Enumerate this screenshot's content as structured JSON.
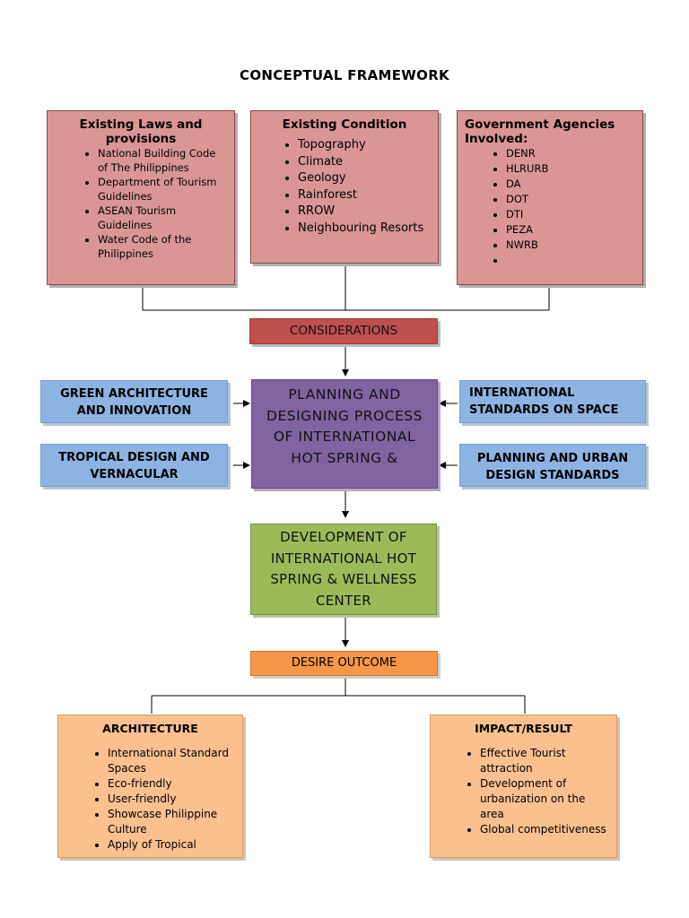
{
  "title": "CONCEPTUAL FRAMEWORK",
  "existing_laws": {
    "heading": "Existing Laws and provisions",
    "items": [
      "National Building Code of The Philippines",
      "Department of Tourism Guidelines",
      "ASEAN Tourism Guidelines",
      "Water Code of the Philippines"
    ]
  },
  "existing_condition": {
    "heading": "Existing Condition",
    "items": [
      "Topography",
      "Climate",
      "Geology",
      "Rainforest",
      "RROW",
      "Neighbouring Resorts"
    ]
  },
  "government_agencies": {
    "heading": "Government Agencies Involved:",
    "items": [
      "DENR",
      "HLRURB",
      "DA",
      "DOT",
      "DTI",
      "PEZA",
      "NWRB",
      ""
    ]
  },
  "considerations": "CONSIDERATIONS",
  "green_architecture": "GREEN ARCHITECTURE AND INNOVATION",
  "tropical_design": "TROPICAL DESIGN AND VERNACULAR",
  "international_standards": "INTERNATIONAL STANDARDS ON SPACE",
  "planning_urban": "PLANNING AND URBAN DESIGN STANDARDS",
  "planning_process": "PLANNING AND DESIGNING PROCESS OF INTERNATIONAL HOT SPRING &",
  "development": "DEVELOPMENT OF INTERNATIONAL HOT SPRING & WELLNESS CENTER",
  "desire_outcome": "DESIRE OUTCOME",
  "architecture": {
    "heading": "ARCHITECTURE",
    "items": [
      "International Standard Spaces",
      "Eco-friendly",
      "User-friendly",
      "Showcase Philippine Culture",
      "Apply of Tropical"
    ]
  },
  "impact": {
    "heading": "IMPACT/RESULT",
    "items": [
      "Effective Tourist attraction",
      "Development of urbanization on the area",
      "Global competitiveness"
    ]
  }
}
